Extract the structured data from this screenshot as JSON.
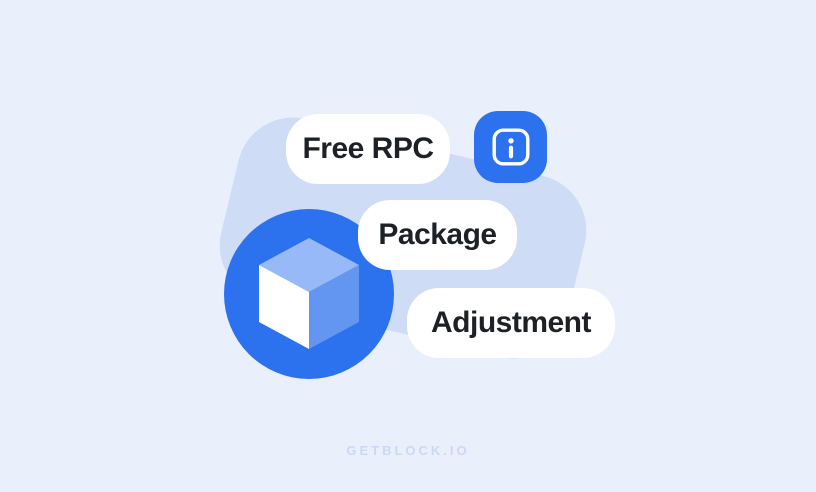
{
  "theme": {
    "bg": "#e9effb",
    "panel": "#cfdcf6",
    "blue": "#2c72ef",
    "cubeTop": "#98b9f8",
    "cubeRight": "#6296f1",
    "cubeLeft": "#ffffff",
    "text": "#1d2126",
    "brand": "#ccd8f3",
    "white": "#ffffff"
  },
  "pills": [
    {
      "label": "Free RPC"
    },
    {
      "label": "Package"
    },
    {
      "label": "Adjustment"
    }
  ],
  "icons": {
    "info": "info-icon",
    "cube": "cube-3d-icon"
  },
  "footer": {
    "brand": "GETBLOCK.IO"
  }
}
